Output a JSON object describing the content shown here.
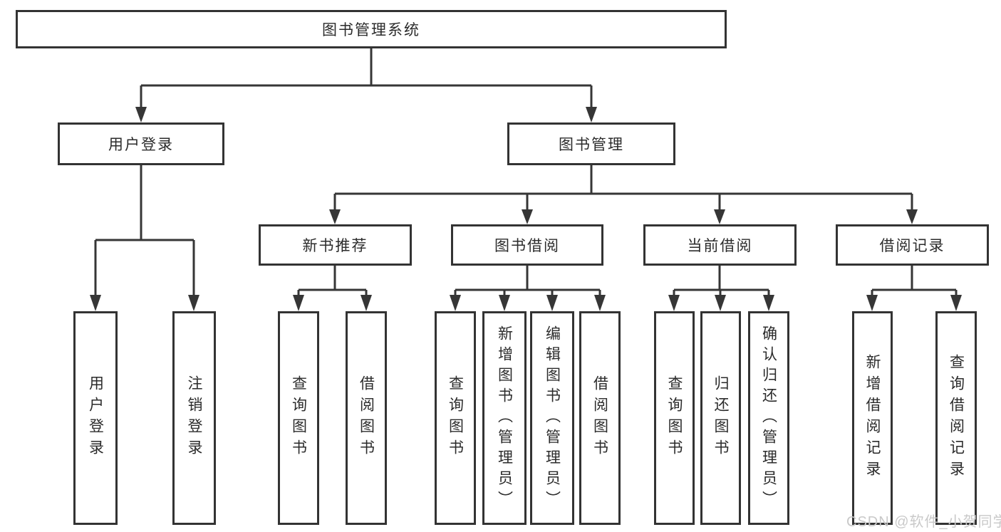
{
  "colors": {
    "line": "#363636",
    "border": "#333333",
    "text": "#2b2b2b",
    "background": "#ffffff",
    "watermark": "#c9c9c9"
  },
  "nodes": {
    "root": {
      "label": "图书管理系统"
    },
    "user_login": {
      "label": "用户登录"
    },
    "book_mgmt": {
      "label": "图书管理"
    },
    "new_book_rec": {
      "label": "新书推荐"
    },
    "book_borrow": {
      "label": "图书借阅"
    },
    "current_borrow": {
      "label": "当前借阅"
    },
    "borrow_records": {
      "label": "借阅记录"
    },
    "leaves": [
      {
        "label": "用户登录"
      },
      {
        "label": "注销登录"
      },
      {
        "label": "查询图书"
      },
      {
        "label": "借阅图书"
      },
      {
        "label": "查询图书"
      },
      {
        "label": "新增图书（管理员）"
      },
      {
        "label": "编辑图书（管理员）"
      },
      {
        "label": "借阅图书"
      },
      {
        "label": "查询图书"
      },
      {
        "label": "归还图书"
      },
      {
        "label": "确认归还（管理员）"
      },
      {
        "label": "新增借阅记录"
      },
      {
        "label": "查询借阅记录"
      }
    ]
  },
  "watermark": {
    "text": "CSDN @软件_小贺同学"
  }
}
